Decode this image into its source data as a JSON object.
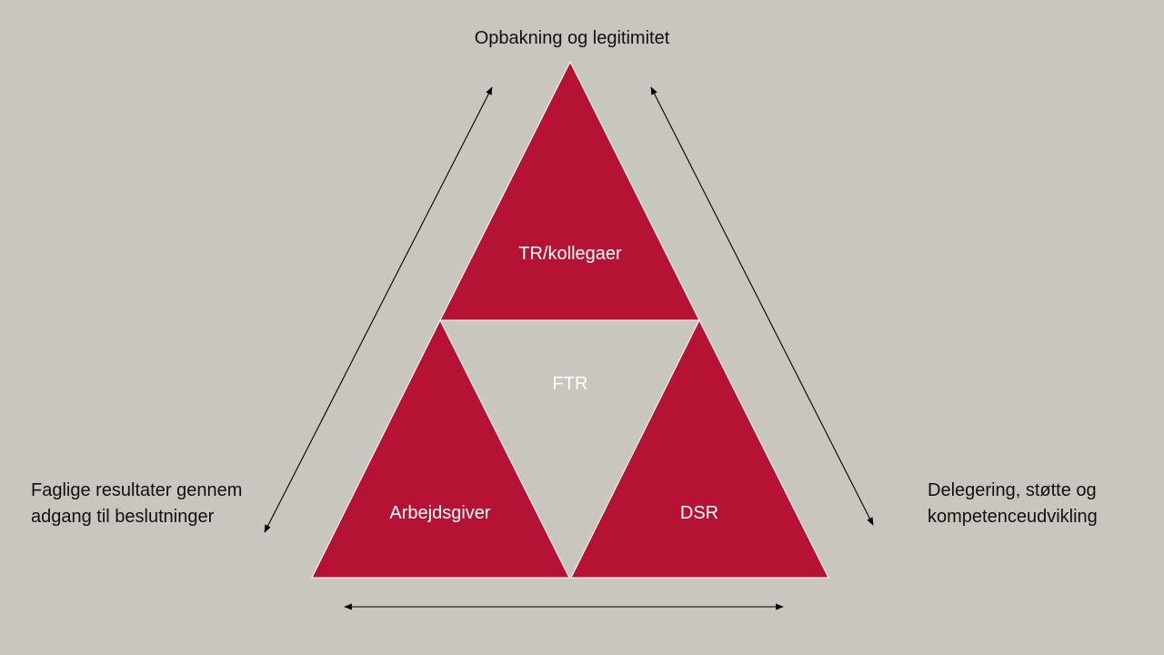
{
  "diagram": {
    "top_label": "Opbakning og legitimitet",
    "left_label_lines": [
      "Faglige resultater gennem",
      "adgang til beslutninger"
    ],
    "right_label_lines": [
      "Delegering, støtte og",
      "kompetenceudvikling"
    ],
    "triangles": {
      "top": "TR/kollegaer",
      "center": "FTR",
      "bottom_left": "Arbejdsgiver",
      "bottom_right": "DSR"
    }
  },
  "colors": {
    "background": "#c8c6bf",
    "triangle_fill": "#b51234",
    "triangle_text": "#ffffff",
    "arrow": "#000000",
    "label_text": "#111111"
  }
}
